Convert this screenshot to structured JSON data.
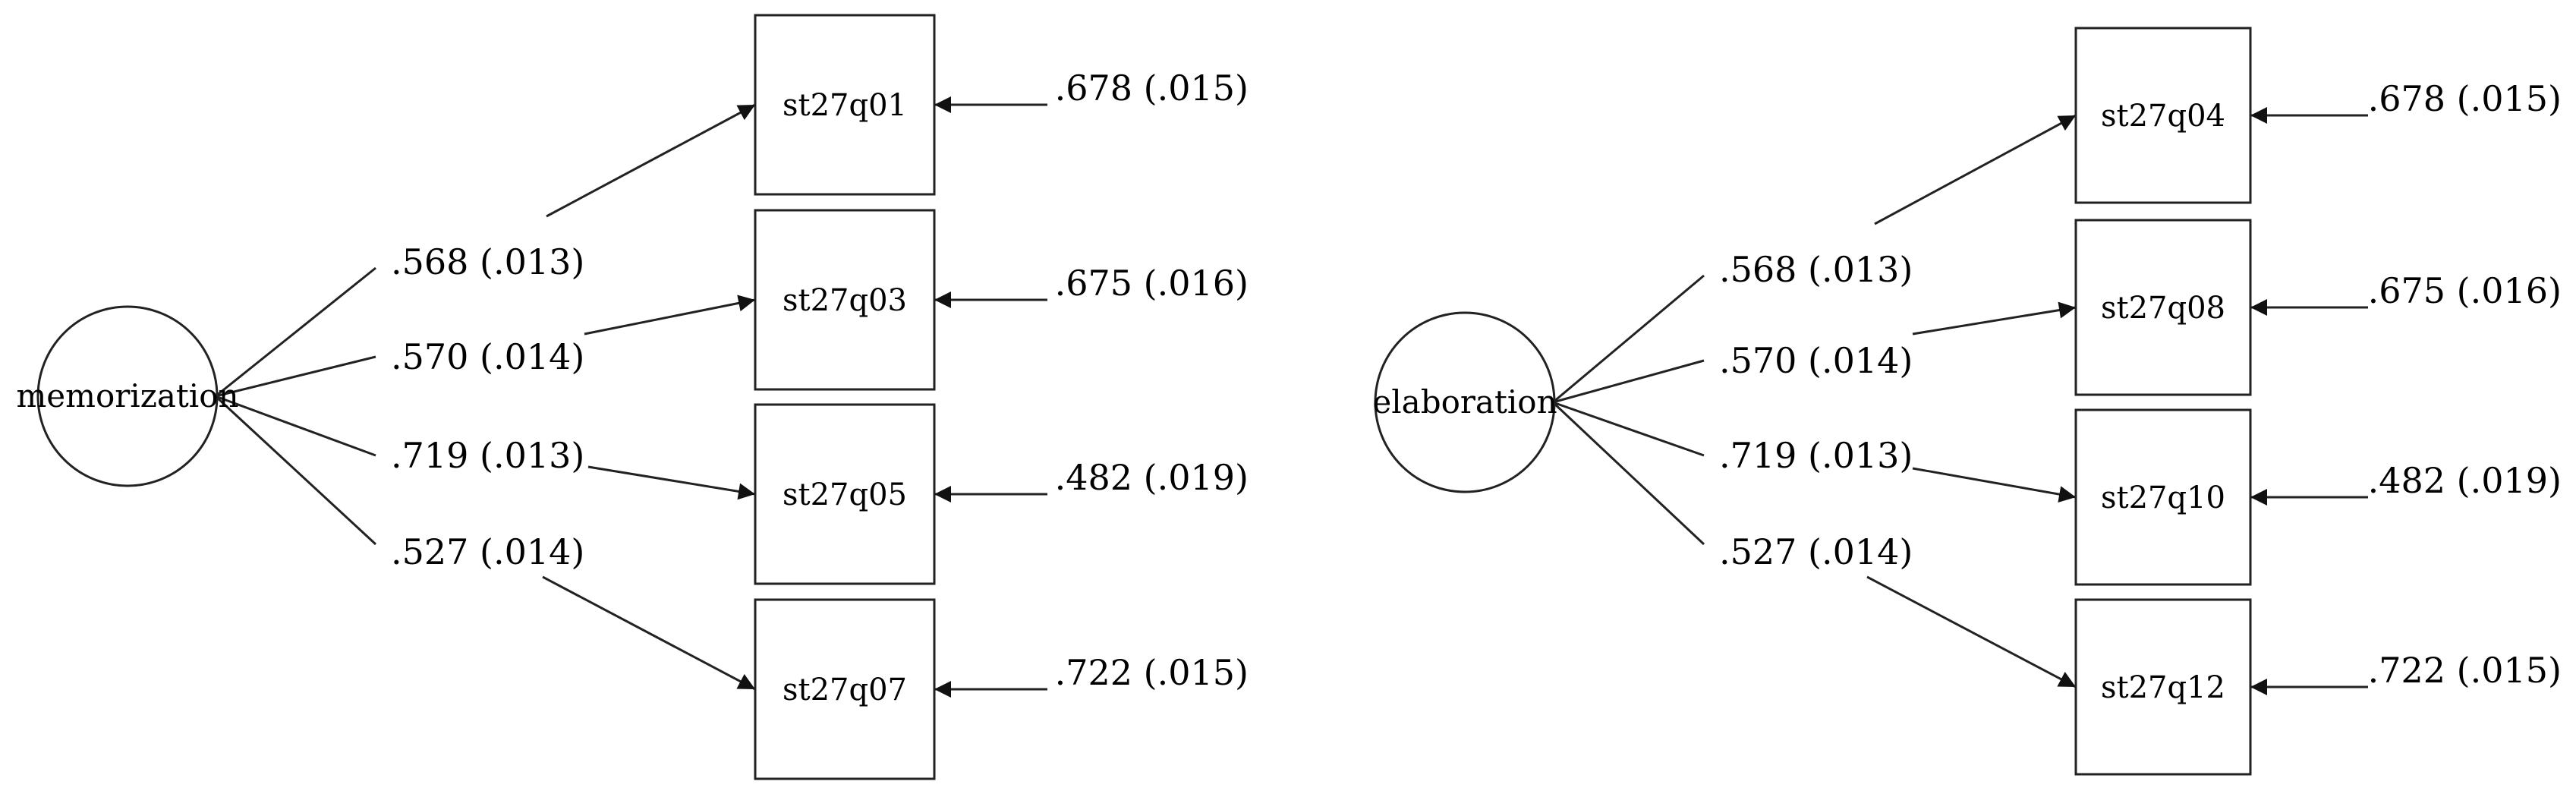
{
  "models": [
    {
      "latent": "memorization",
      "indicators": [
        {
          "name": "st27q01",
          "loading": ".568 (.013)",
          "residual": ".678 (.015)"
        },
        {
          "name": "st27q03",
          "loading": ".570 (.014)",
          "residual": ".675 (.016)"
        },
        {
          "name": "st27q05",
          "loading": ".719 (.013)",
          "residual": ".482 (.019)"
        },
        {
          "name": "st27q07",
          "loading": ".527 (.014)",
          "residual": ".722 (.015)"
        }
      ]
    },
    {
      "latent": "elaboration",
      "indicators": [
        {
          "name": "st27q04",
          "loading": ".568 (.013)",
          "residual": ".678 (.015)"
        },
        {
          "name": "st27q08",
          "loading": ".570 (.014)",
          "residual": ".675 (.016)"
        },
        {
          "name": "st27q10",
          "loading": ".719 (.013)",
          "residual": ".482 (.019)"
        },
        {
          "name": "st27q12",
          "loading": ".527 (.014)",
          "residual": ".722 (.015)"
        }
      ]
    }
  ]
}
